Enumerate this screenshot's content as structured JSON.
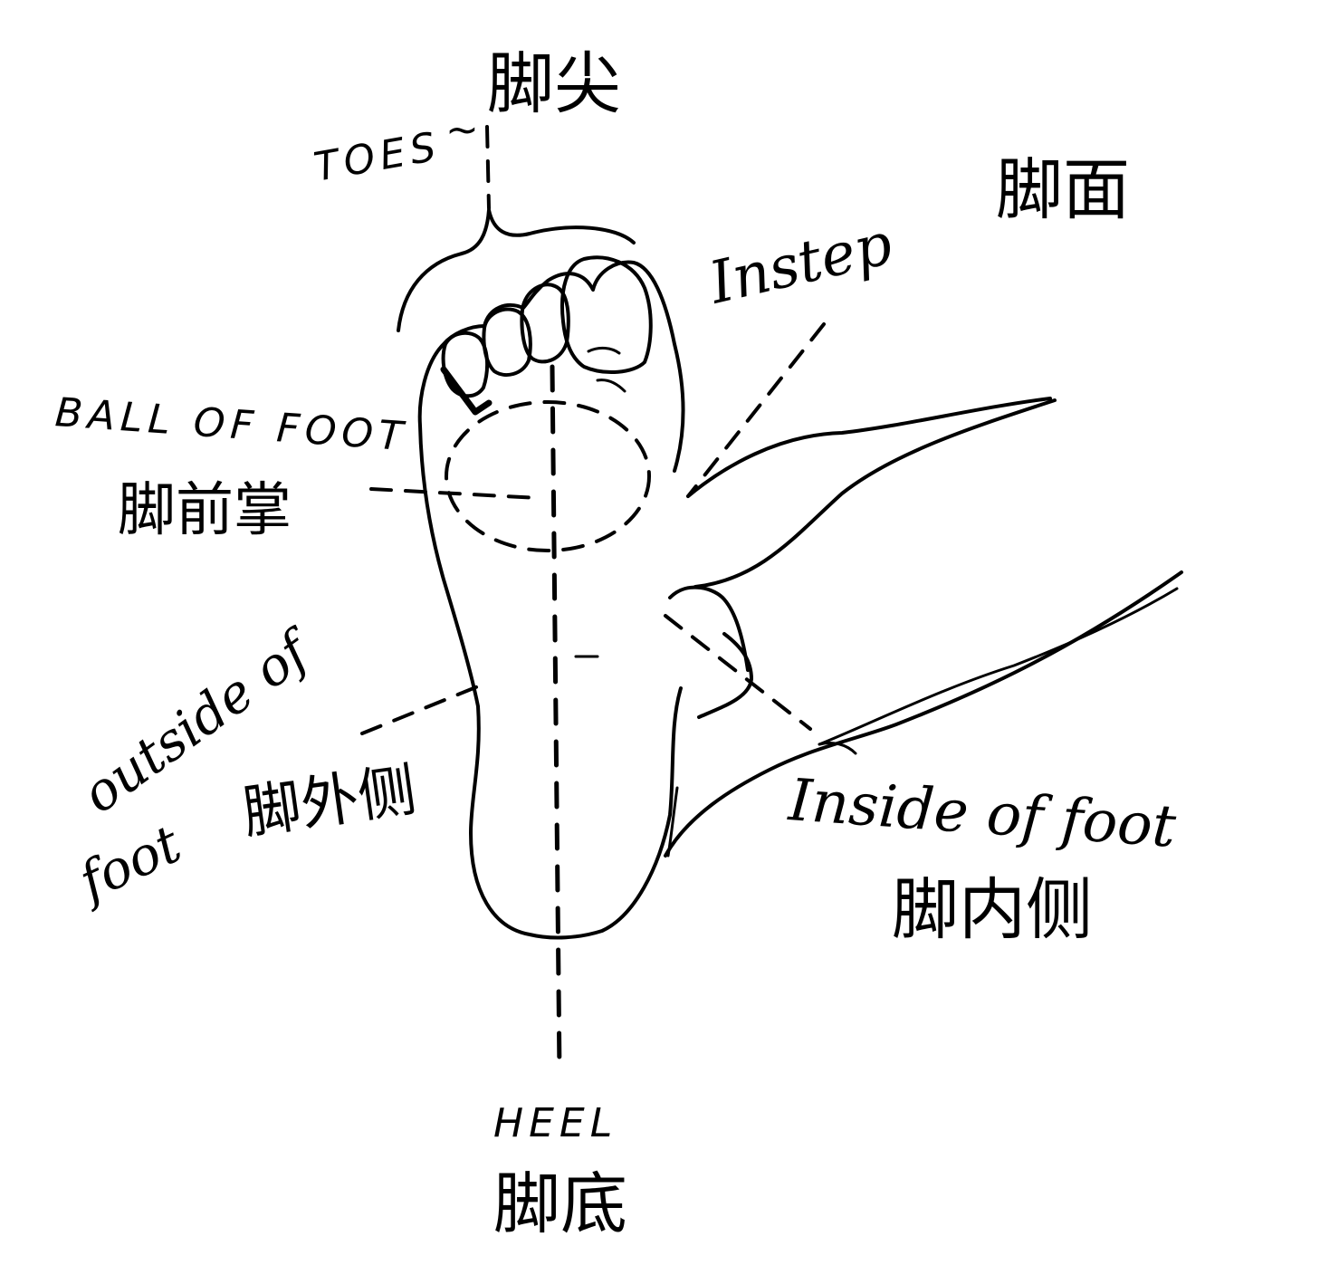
{
  "labels": {
    "toes": {
      "english": "TOES",
      "connector": "~",
      "chinese": "脚尖"
    },
    "instep": {
      "english": "Instep",
      "chinese": "脚面"
    },
    "ball_of_foot": {
      "english": "BALL OF FOOT",
      "chinese": "脚前掌"
    },
    "outside_of_foot": {
      "english_line1": "outside of",
      "english_line2": "foot",
      "chinese": "脚外侧"
    },
    "inside_of_foot": {
      "english": "Inside of foot",
      "chinese": "脚内侧"
    },
    "heel": {
      "english": "HEEL",
      "chinese": "脚底"
    }
  }
}
